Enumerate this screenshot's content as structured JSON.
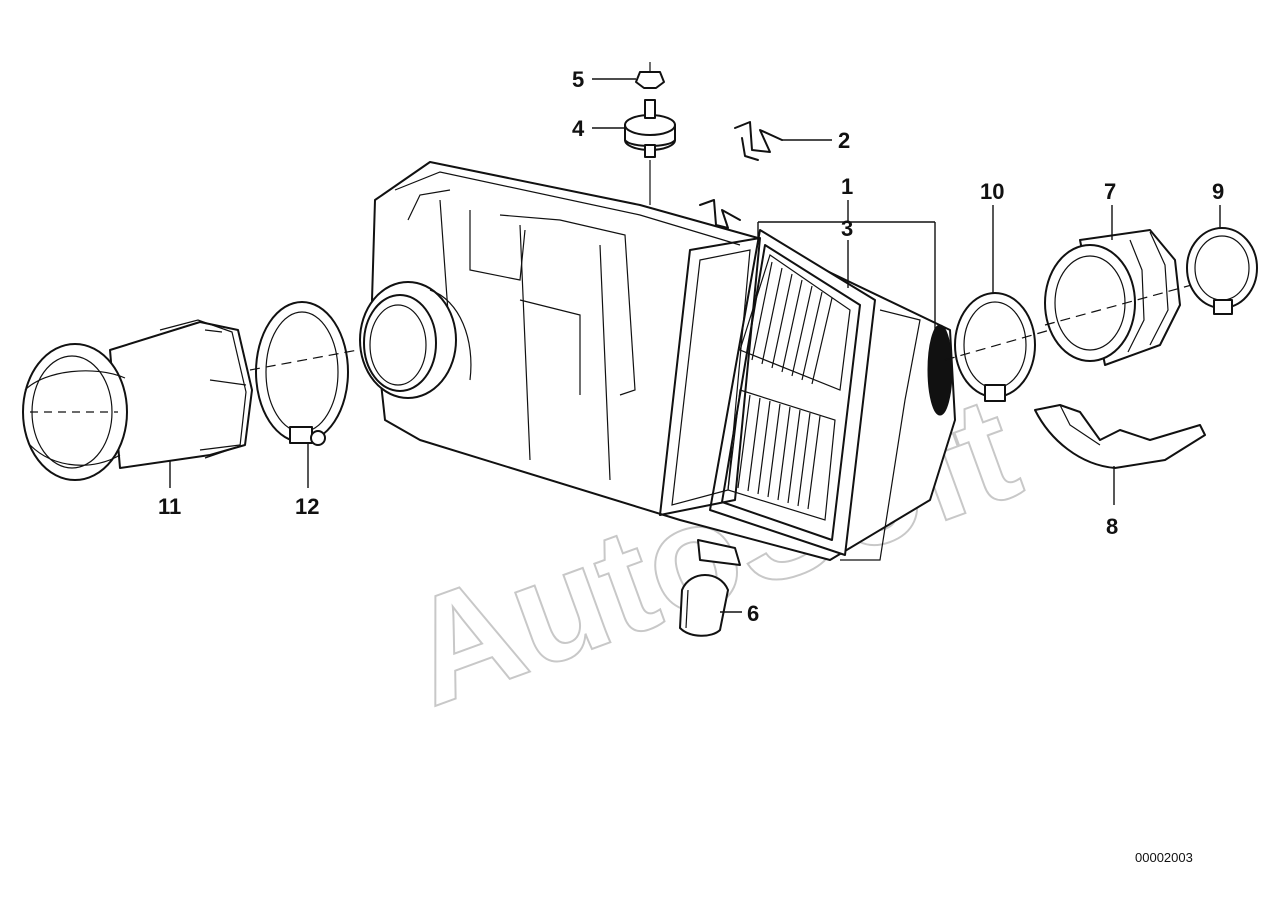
{
  "diagram": {
    "drawing_number": "00002003",
    "watermark": "AutoSoft",
    "callouts": [
      {
        "id": "1",
        "label": "1"
      },
      {
        "id": "2",
        "label": "2"
      },
      {
        "id": "3",
        "label": "3"
      },
      {
        "id": "4",
        "label": "4"
      },
      {
        "id": "5",
        "label": "5"
      },
      {
        "id": "6",
        "label": "6"
      },
      {
        "id": "7",
        "label": "7"
      },
      {
        "id": "8",
        "label": "8"
      },
      {
        "id": "9",
        "label": "9"
      },
      {
        "id": "10",
        "label": "10"
      },
      {
        "id": "11",
        "label": "11"
      },
      {
        "id": "12",
        "label": "12"
      }
    ],
    "parts": [
      {
        "callout": "1",
        "name": "air-filter-housing"
      },
      {
        "callout": "2",
        "name": "spring-clip"
      },
      {
        "callout": "3",
        "name": "filter-element"
      },
      {
        "callout": "4",
        "name": "rubber-mount"
      },
      {
        "callout": "5",
        "name": "nut"
      },
      {
        "callout": "6",
        "name": "drain-cap"
      },
      {
        "callout": "7",
        "name": "rubber-boot"
      },
      {
        "callout": "8",
        "name": "heat-shield"
      },
      {
        "callout": "9",
        "name": "hose-clamp"
      },
      {
        "callout": "10",
        "name": "hose-clamp"
      },
      {
        "callout": "11",
        "name": "intake-funnel"
      },
      {
        "callout": "12",
        "name": "hose-clamp"
      }
    ]
  }
}
